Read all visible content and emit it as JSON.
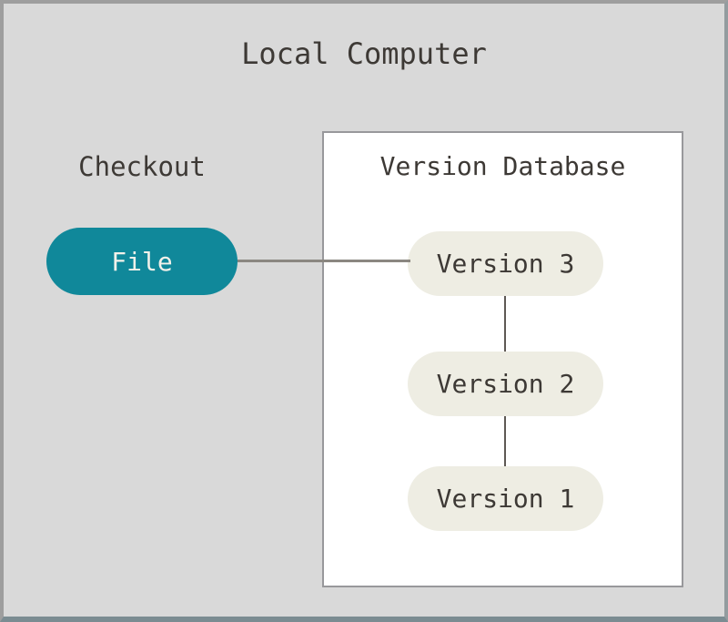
{
  "title": "Local Computer",
  "checkout": {
    "label": "Checkout",
    "file_node": "File"
  },
  "version_database": {
    "title": "Version Database",
    "versions": [
      {
        "label": "Version 3"
      },
      {
        "label": "Version 2"
      },
      {
        "label": "Version 1"
      }
    ]
  },
  "colors": {
    "background": "#d9d9d9",
    "frame-border": "#9e9e9e",
    "frame-border-bottom": "#7b8c92",
    "box-bg": "#ffffff",
    "box-border": "#98989b",
    "teal": "#10889a",
    "cream": "#eeede3",
    "ink": "#3d3935",
    "file-text": "#f2f1ea",
    "connector": "#8b8781",
    "vline": "#5e5954"
  }
}
